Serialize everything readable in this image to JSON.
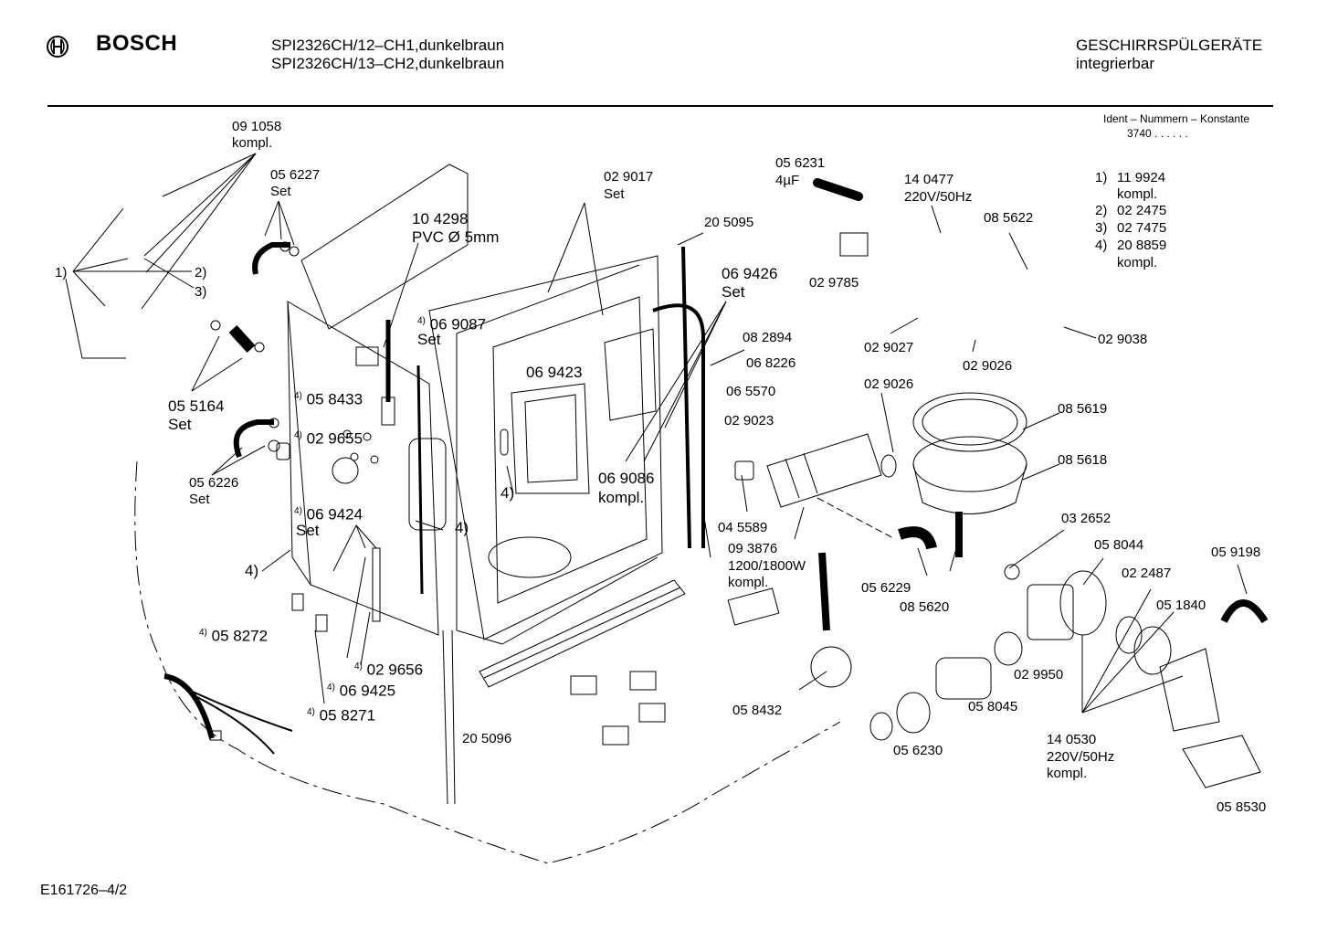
{
  "header": {
    "brand": "BOSCH",
    "model_line1": "SPI2326CH/12–CH1,dunkelbraun",
    "model_line2": "SPI2326CH/13–CH2,dunkelbraun",
    "category": "GESCHIRRSPÜLGERÄTE",
    "subcategory": "integrierbar",
    "ident_title": "Ident – Nummern – Konstante",
    "ident_value": "3740 . .   . . . ."
  },
  "footnotes": [
    {
      "key": "1)",
      "num": "11 9924",
      "extra": "kompl."
    },
    {
      "key": "2)",
      "num": "02 2475",
      "extra": ""
    },
    {
      "key": "3)",
      "num": "02 7475",
      "extra": ""
    },
    {
      "key": "4)",
      "num": "20 8859",
      "extra": "kompl."
    }
  ],
  "drawing_id": "E161726–4/2",
  "labels": {
    "p091058": "09 1058",
    "p091058b": "kompl.",
    "p056227": "05 6227",
    "p056227b": "Set",
    "fn1": "1)",
    "fn2": "2)",
    "fn3": "3)",
    "p104298": "10 4298",
    "p104298b": "PVC Ø 5mm",
    "p069087": "06 9087",
    "p069087b": "Set",
    "p055164": "05 5164",
    "p055164b": "Set",
    "p058433": "05 8433",
    "p029655": "02 9655",
    "p056226": "05 6226",
    "p056226b": "Set",
    "p069424": "06 9424",
    "p069424b": "Set",
    "fn4a": "4)",
    "fn4b": "4)",
    "fn4c": "4)",
    "p058272": "05 8272",
    "p029656": "02 9656",
    "p069425": "06 9425",
    "p058271": "05 8271",
    "p205096": "20 5096",
    "p029017": "02 9017",
    "p029017b": "Set",
    "p205095": "20 5095",
    "p069426": "06 9426",
    "p069426b": "Set",
    "p069423": "06 9423",
    "p069086": "06 9086",
    "p069086b": "kompl.",
    "p056231": "05 6231",
    "p056231b": "4µF",
    "p029785": "02 9785",
    "p140477": "14 0477",
    "p140477b": "220V/50Hz",
    "p085622": "08 5622",
    "p082894": "08 2894",
    "p068226": "06 8226",
    "p065570": "06 5570",
    "p029023": "02 9023",
    "p045589": "04 5589",
    "p093876": "09 3876",
    "p093876b": "1200/1800W",
    "p093876c": "kompl.",
    "p029027": "02 9027",
    "p029026a": "02 9026",
    "p029026b": "02 9026",
    "p029038": "02 9038",
    "p085619": "08 5619",
    "p085618": "08 5618",
    "p032652": "03 2652",
    "p058044": "05 8044",
    "p059198": "05 9198",
    "p022487": "02 2487",
    "p051840": "05 1840",
    "p056229": "05 6229",
    "p085620": "08 5620",
    "p029950": "02 9950",
    "p058045": "05 8045",
    "p058432": "05 8432",
    "p056230": "05 6230",
    "p140530": "14 0530",
    "p140530b": "220V/50Hz",
    "p140530c": "kompl.",
    "p058530": "05 8530"
  }
}
